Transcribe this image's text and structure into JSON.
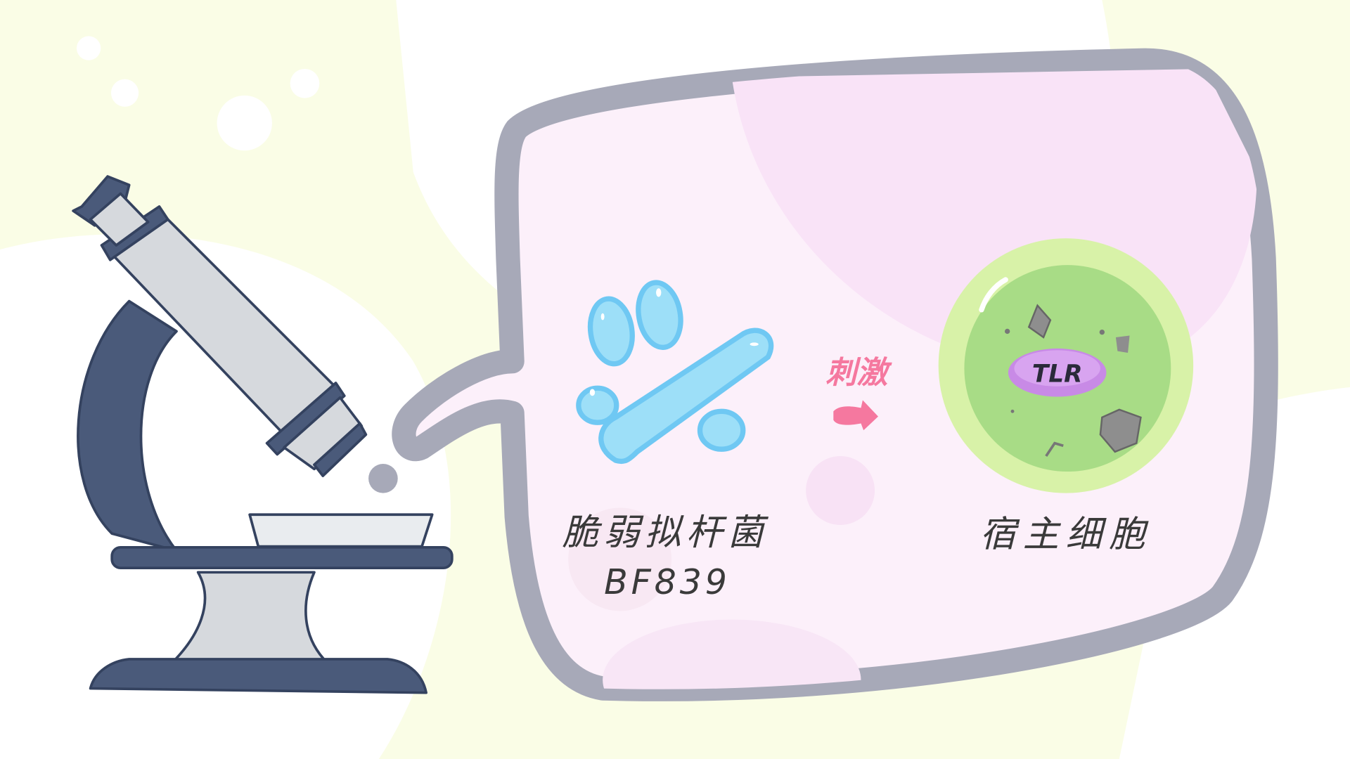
{
  "labels": {
    "bacteria_name": "脆弱拟杆菌",
    "bacteria_strain": "BF839",
    "stimulus": "刺激",
    "host_cell": "宿主细胞",
    "receptor": "TLR"
  },
  "colors": {
    "background": "#fafde6",
    "bubble_fill": "#fcf0fa",
    "bubble_border": "#a7a9b8",
    "bacteria": "#9ddff8",
    "bacteria_outline": "#6fc8f3",
    "stimulus": "#f5789f",
    "cell_outer": "#d8f2a8",
    "cell_inner": "#a8dc86",
    "receptor": "#c88ae6",
    "microscope_dark": "#4a5a7a",
    "microscope_light": "#d6d9dd"
  }
}
